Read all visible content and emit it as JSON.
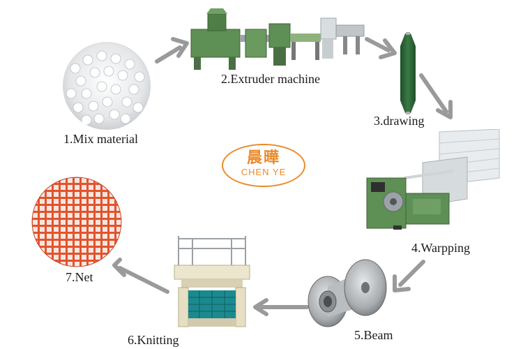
{
  "steps": [
    {
      "id": "mix",
      "label": "1.Mix material"
    },
    {
      "id": "extruder",
      "label": "2.Extruder machine"
    },
    {
      "id": "drawing",
      "label": "3.drawing"
    },
    {
      "id": "warpping",
      "label": "4.Warpping"
    },
    {
      "id": "beam",
      "label": "5.Beam"
    },
    {
      "id": "knitting",
      "label": "6.Knitting"
    },
    {
      "id": "net",
      "label": "7.Net"
    }
  ],
  "logo": {
    "chinese": "晨曄",
    "english": "CHEN YE"
  },
  "colors": {
    "arrow": "#9a9a9a",
    "logo": "#e98b2a",
    "machine_green": "#5e8f55",
    "net_orange": "#e2532c",
    "spool_green": "#2e6a3a"
  }
}
